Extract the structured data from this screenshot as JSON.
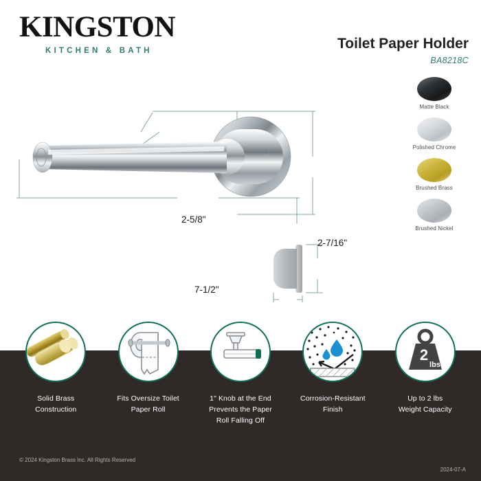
{
  "brand": {
    "name": "KINGSTON",
    "tagline": "KITCHEN & BATH"
  },
  "product": {
    "title": "Toilet Paper Holder",
    "model": "BA8218C"
  },
  "colors": {
    "teal": "#2c7d6d",
    "ring_green": "#0d6f55",
    "dark_band": "#2f2a28",
    "dim_line": "#6f9a92",
    "water_blue": "#1a8fd1",
    "brass": "#c9b24a"
  },
  "swatches": [
    {
      "label": "Matte Black",
      "key": "sw-black"
    },
    {
      "label": "Polished Chrome",
      "key": "sw-chrome"
    },
    {
      "label": "Brushed Brass",
      "key": "sw-brass"
    },
    {
      "label": "Brushed Nickel",
      "key": "sw-nickel"
    }
  ],
  "dimensions": {
    "depth_front": "2-5/8\"",
    "height_front": "2-7/16\"",
    "length": "7-1/2\"",
    "side_height": "2-7/16\"",
    "side_depth": "2-5/8\""
  },
  "features": [
    {
      "icon": "brass-rods-icon",
      "line1": "Solid Brass",
      "line2": "Construction",
      "line3": ""
    },
    {
      "icon": "toilet-roll-icon",
      "line1": "Fits Oversize Toilet",
      "line2": "Paper Roll",
      "line3": ""
    },
    {
      "icon": "knob-end-icon",
      "line1": "1\" Knob at the End",
      "line2": "Prevents the Paper",
      "line3": "Roll Falling Off"
    },
    {
      "icon": "water-droplet-icon",
      "line1": "Corrosion-Resistant",
      "line2": "Finish",
      "line3": ""
    },
    {
      "icon": "weight-icon",
      "line1": "Up to 2 lbs",
      "line2": "Weight Capacity",
      "line3": ""
    }
  ],
  "weight_icon": {
    "value": "2",
    "unit": "lbs"
  },
  "footer": {
    "copyright": "© 2024 Kingston Brass Inc. All Rights Reserved",
    "doc_code": "2024-07-A"
  }
}
